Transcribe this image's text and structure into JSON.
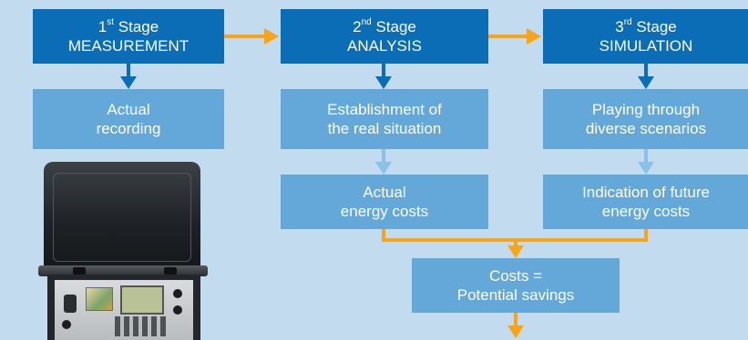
{
  "colors": {
    "background": "#c3dbef",
    "stage_box": "#0a6db6",
    "step_box": "#64a8d9",
    "arrow_orange": "#f6a51a",
    "arrow_blue": "#0a6db6",
    "arrow_light": "#8cc0e6"
  },
  "stages": [
    {
      "num": "1",
      "suffix": "st",
      "word": "Stage",
      "name": "MEASUREMENT"
    },
    {
      "num": "2",
      "suffix": "nd",
      "word": "Stage",
      "name": "ANALYSIS"
    },
    {
      "num": "3",
      "suffix": "rd",
      "word": "Stage",
      "name": "SIMULATION"
    }
  ],
  "steps": {
    "actual_recording": [
      "Actual",
      "recording"
    ],
    "real_situation": [
      "Establishment of",
      "the real situation"
    ],
    "scenarios": [
      "Playing through",
      "diverse scenarios"
    ],
    "actual_costs": [
      "Actual",
      "energy costs"
    ],
    "future_costs": [
      "Indication of future",
      "energy costs"
    ],
    "savings": [
      "Costs =",
      "Potential savings"
    ]
  },
  "image": {
    "icon": "measurement-device-case-icon"
  }
}
